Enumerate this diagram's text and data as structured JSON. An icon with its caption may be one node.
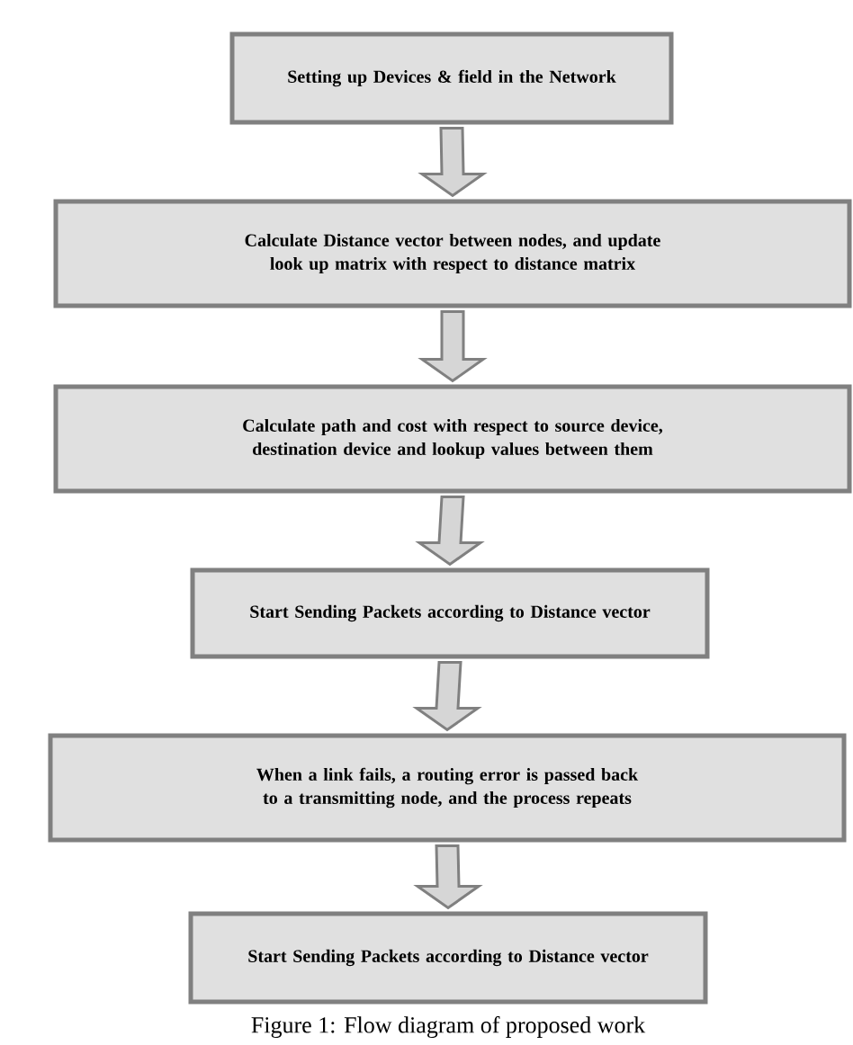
{
  "diagram": {
    "caption": "Figure 1: Flow diagram of proposed work",
    "nodes": [
      {
        "text": [
          "Setting up Devices & field in the Network"
        ]
      },
      {
        "text": [
          "Calculate Distance vector between nodes, and update look up matrix with respect to distance matrix"
        ]
      },
      {
        "text": [
          "Calculate path and cost with respect to source device, destination device and lookup values between them"
        ]
      },
      {
        "text": [
          "Start Sending Packets according to Distance vector"
        ]
      },
      {
        "text": [
          "When a link fails, a routing error is passed back to a transmitting node, and the process repeats"
        ]
      },
      {
        "text": [
          "Start Sending Packets according to Distance vector"
        ]
      }
    ],
    "edges": [
      {
        "from": 0,
        "to": 1,
        "arrow": "to"
      },
      {
        "from": 1,
        "to": 2,
        "arrow": "to"
      },
      {
        "from": 2,
        "to": 3,
        "arrow": "to"
      },
      {
        "from": 3,
        "to": 4,
        "arrow": "to"
      },
      {
        "from": 4,
        "to": 5,
        "arrow": "to"
      }
    ]
  }
}
